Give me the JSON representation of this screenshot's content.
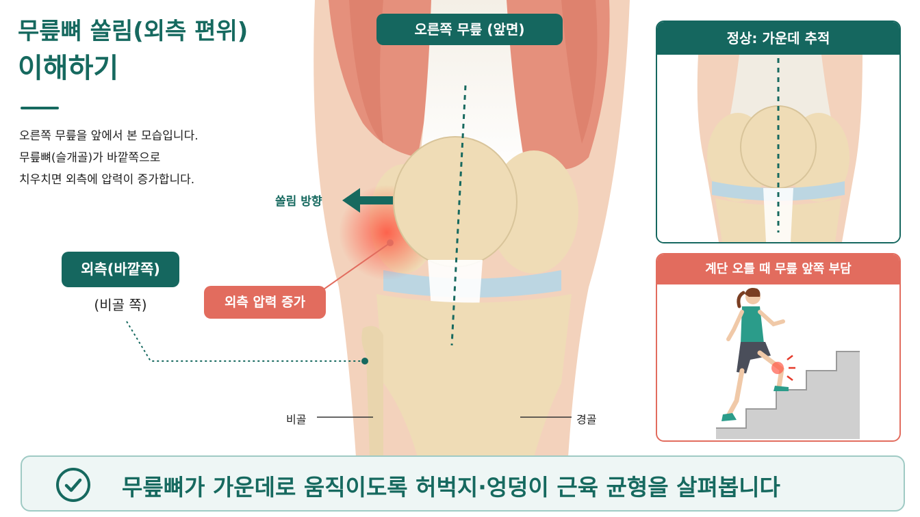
{
  "title": {
    "line1": "무릎뼈 쏠림(외측 편위)",
    "line2": "이해하기"
  },
  "description": [
    "오른쪽 무릎을 앞에서 본 모습입니다.",
    "무릎뼈(슬개골)가 바깥쪽으로",
    "치우치면 외측에 압력이 증가합니다."
  ],
  "labels": {
    "view": "오른쪽 무릎 (앞면)",
    "shift_direction": "쏠림 방향",
    "lateral": "외측(바깥쪽)",
    "lateral_sub": "(비골 쪽)",
    "lateral_pressure": "외측 압력 증가",
    "fibula": "비골",
    "tibia": "경골"
  },
  "panels": {
    "normal_title": "정상: 가운데 추적",
    "stairs_title": "계단 오를 때 무릎 앞쪽 부담"
  },
  "banner": {
    "text": "무릎뼈가 가운데로 움직이도록 허벅지·엉덩이 근육 균형을 살펴봅니다",
    "icon": "check-circle-icon"
  },
  "colors": {
    "teal": "#15675f",
    "coral": "#e26c5e",
    "muscle": "#e5907c",
    "bone": "#efdcb6",
    "cartilage": "#bcd6e2"
  }
}
